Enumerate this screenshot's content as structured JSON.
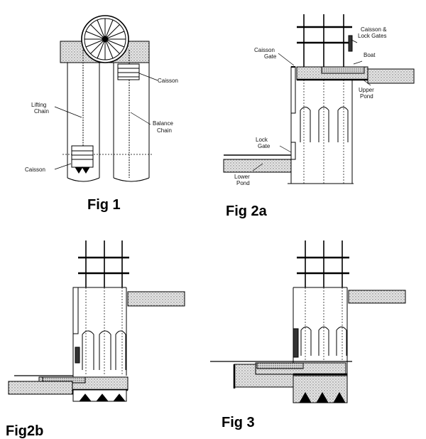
{
  "figures": {
    "fig1": {
      "caption": "Fig 1",
      "labels": {
        "lifting_chain_1": "Lifting",
        "lifting_chain_2": "Chain",
        "caisson_left": "Caisson",
        "caisson_right": "Caisson",
        "balance_chain_1": "Balance",
        "balance_chain_2": "Chain"
      }
    },
    "fig2a": {
      "caption": "Fig 2a",
      "labels": {
        "caisson_lock_gates_1": "Caisson &",
        "caisson_lock_gates_2": "Lock Gates",
        "caisson_gate_1": "Caisson",
        "caisson_gate_2": "Gate",
        "boat": "Boat",
        "upper_pond_1": "Upper",
        "upper_pond_2": "Pond",
        "lock_gate_1": "Lock",
        "lock_gate_2": "Gate",
        "lower_pond_1": "Lower",
        "lower_pond_2": "Pond"
      }
    },
    "fig2b": {
      "caption": "Fig2b"
    },
    "fig3": {
      "caption": "Fig 3"
    }
  },
  "colors": {
    "ink": "#000000",
    "stipple": "#9a9a9a",
    "paper": "#ffffff"
  }
}
